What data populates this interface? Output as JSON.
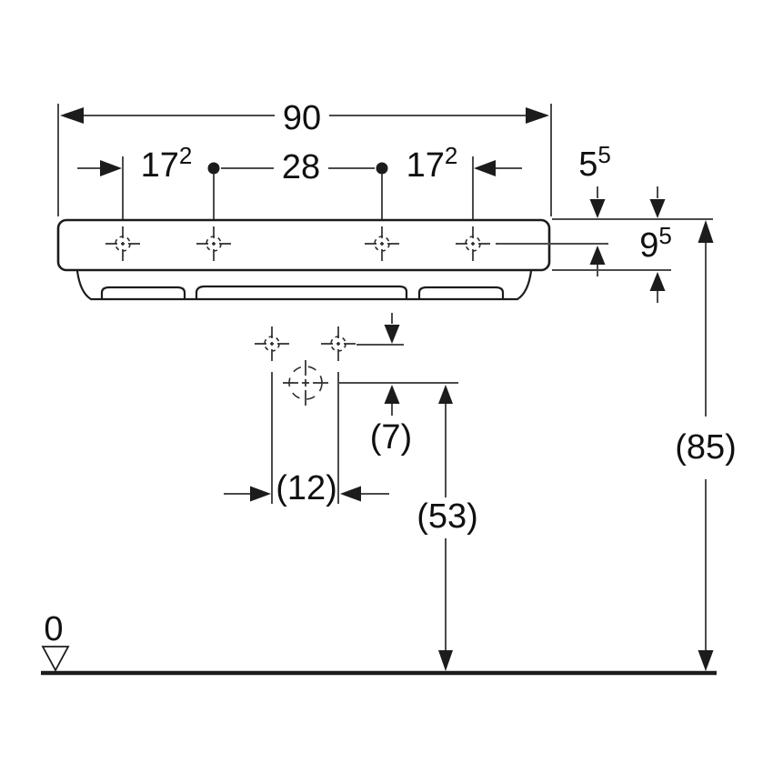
{
  "labels": {
    "width_total": "90",
    "tap_spacing_left": {
      "value": "17",
      "sup": "2"
    },
    "tap_spacing_center": "28",
    "tap_spacing_right": {
      "value": "17",
      "sup": "2"
    },
    "rim_to_tap_offset": {
      "value": "5",
      "sup": "5"
    },
    "rim_height": {
      "value": "9",
      "sup": "5"
    },
    "fixing_to_drain": "(7)",
    "fixing_spacing": "(12)",
    "drain_height": "(53)",
    "overall_height": "(85)",
    "datum": "0"
  },
  "colors": {
    "thin_line": "#4b4b4b",
    "outline": "#1c1c1c",
    "text": "#101010",
    "background": "#ffffff"
  }
}
